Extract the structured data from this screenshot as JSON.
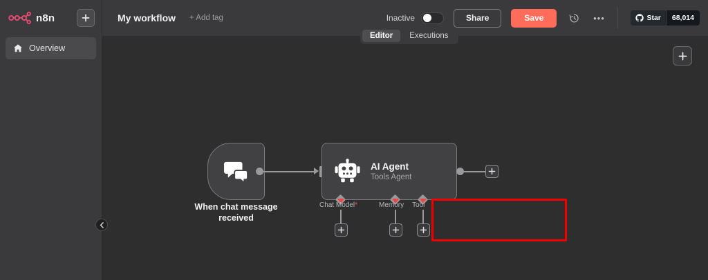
{
  "sidebar": {
    "brand": "n8n",
    "brand_logo_icon": "n8n-logo-icon",
    "add_button_label": "+",
    "add_button_icon": "plus-icon",
    "items": [
      {
        "label": "Overview",
        "icon": "home-icon",
        "active": true
      }
    ],
    "collapse_icon": "chevron-left-icon"
  },
  "header": {
    "workflow_title": "My workflow",
    "add_tag_label": "+ Add tag",
    "activation": {
      "label": "Inactive",
      "state": "off"
    },
    "share_label": "Share",
    "save_label": "Save",
    "history_icon": "clock-history-icon",
    "more_icon": "ellipsis-icon",
    "github": {
      "star_label": "Star",
      "star_count": "68,014",
      "icon": "github-icon"
    }
  },
  "tabs": {
    "items": [
      {
        "label": "Editor",
        "active": true
      },
      {
        "label": "Executions",
        "active": false
      }
    ]
  },
  "canvas": {
    "add_node_button_label": "+",
    "add_node_button_icon": "plus-icon",
    "nodes": [
      {
        "id": "trigger",
        "title": "When chat message received",
        "icon": "chat-bubbles-icon",
        "type": "trigger"
      },
      {
        "id": "ai-agent",
        "title": "AI Agent",
        "subtitle": "Tools Agent",
        "icon": "robot-icon",
        "type": "node"
      }
    ],
    "output_add_label": "+",
    "sub_nodes": [
      {
        "label": "Chat Model",
        "required": true,
        "required_marker": "*",
        "add_label": "+"
      },
      {
        "label": "Memory",
        "required": false,
        "required_marker": "",
        "add_label": "+"
      },
      {
        "label": "Tool",
        "required": false,
        "required_marker": "",
        "add_label": "+"
      }
    ]
  },
  "colors": {
    "accent_pink": "#EA4B71",
    "save_orange": "#FF6D5A",
    "highlight_red": "#F40000",
    "canvas_bg": "#2E2E2E",
    "panel_bg": "#3A3A3C",
    "node_bg": "#414143"
  }
}
